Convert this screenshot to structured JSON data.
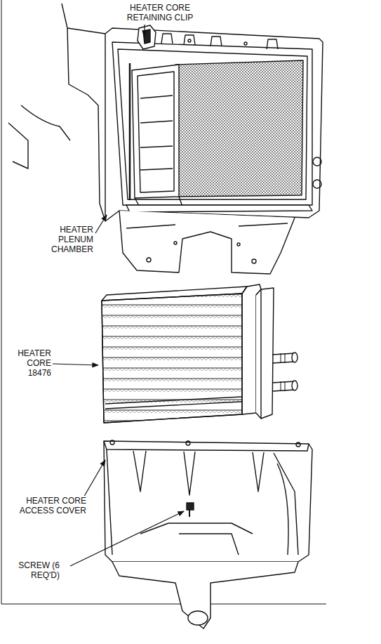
{
  "diagram": {
    "labels": [
      "HEATER CORE RETAINING CLIP",
      "HEATER PLENUM CHAMBER",
      "HEATER CORE 18476",
      "HEATER CORE ACCESS COVER",
      "SCREW (6 REQ'D)"
    ]
  }
}
